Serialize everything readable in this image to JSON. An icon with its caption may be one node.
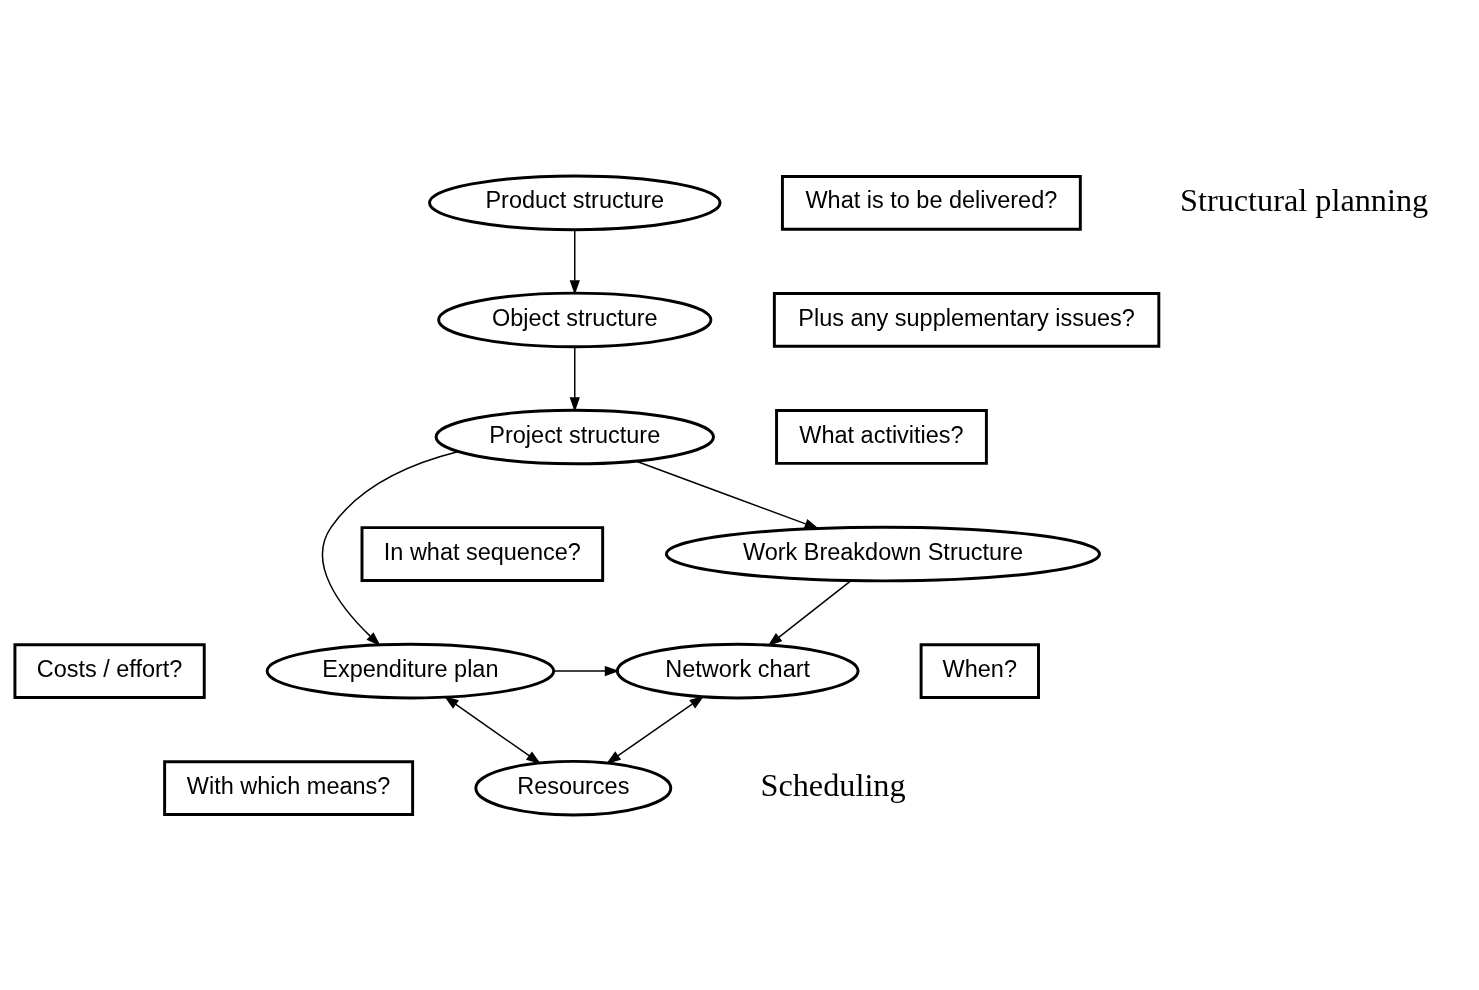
{
  "diagram": {
    "nodes": [
      {
        "text": [
          "Product structure"
        ]
      },
      {
        "text": [
          "What is to be delivered?"
        ]
      },
      {
        "text": [
          "Object structure"
        ]
      },
      {
        "text": [
          "Plus any supplementary issues?"
        ]
      },
      {
        "text": [
          "Project structure"
        ]
      },
      {
        "text": [
          "What activities?"
        ]
      },
      {
        "text": [
          "In what sequence?"
        ]
      },
      {
        "text": [
          "Work Breakdown Structure"
        ]
      },
      {
        "text": [
          "Costs / effort?"
        ]
      },
      {
        "text": [
          "Expenditure plan"
        ]
      },
      {
        "text": [
          "Network chart"
        ]
      },
      {
        "text": [
          "When?"
        ]
      },
      {
        "text": [
          "With which means?"
        ]
      },
      {
        "text": [
          "Resources"
        ]
      }
    ],
    "edges": [
      {
        "from": 0,
        "to": 2,
        "arrow": "to"
      },
      {
        "from": 2,
        "to": 4,
        "arrow": "to"
      },
      {
        "from": 4,
        "to": 7,
        "arrow": "to"
      },
      {
        "from": 4,
        "to": 9,
        "arrow": "to"
      },
      {
        "from": 7,
        "to": 10,
        "arrow": "to"
      },
      {
        "from": 9,
        "to": 10,
        "arrow": "to"
      },
      {
        "from": 9,
        "to": 13,
        "arrow": "both"
      },
      {
        "from": 13,
        "to": 10,
        "arrow": "both"
      }
    ],
    "labels": [
      "Structural planning",
      "Scheduling"
    ]
  }
}
